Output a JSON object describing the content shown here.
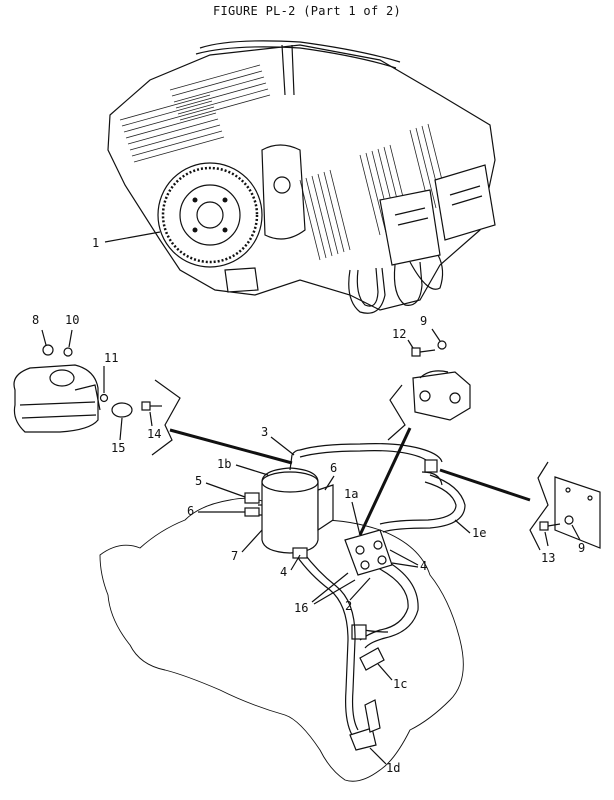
{
  "figure_title": "FIGURE PL-2 (Part 1 of 2)",
  "callouts": {
    "c1": "1",
    "c1a": "1a",
    "c1b": "1b",
    "c1c": "1c",
    "c1d": "1d",
    "c1e": "1e",
    "c2": "2",
    "c3": "3",
    "c4a": "4",
    "c4b": "4",
    "c5": "5",
    "c6a": "6",
    "c6b": "6",
    "c7": "7",
    "c8": "8",
    "c9a": "9",
    "c9b": "9",
    "c10": "10",
    "c11": "11",
    "c12": "12",
    "c13": "13",
    "c14": "14",
    "c15": "15",
    "c16": "16"
  }
}
